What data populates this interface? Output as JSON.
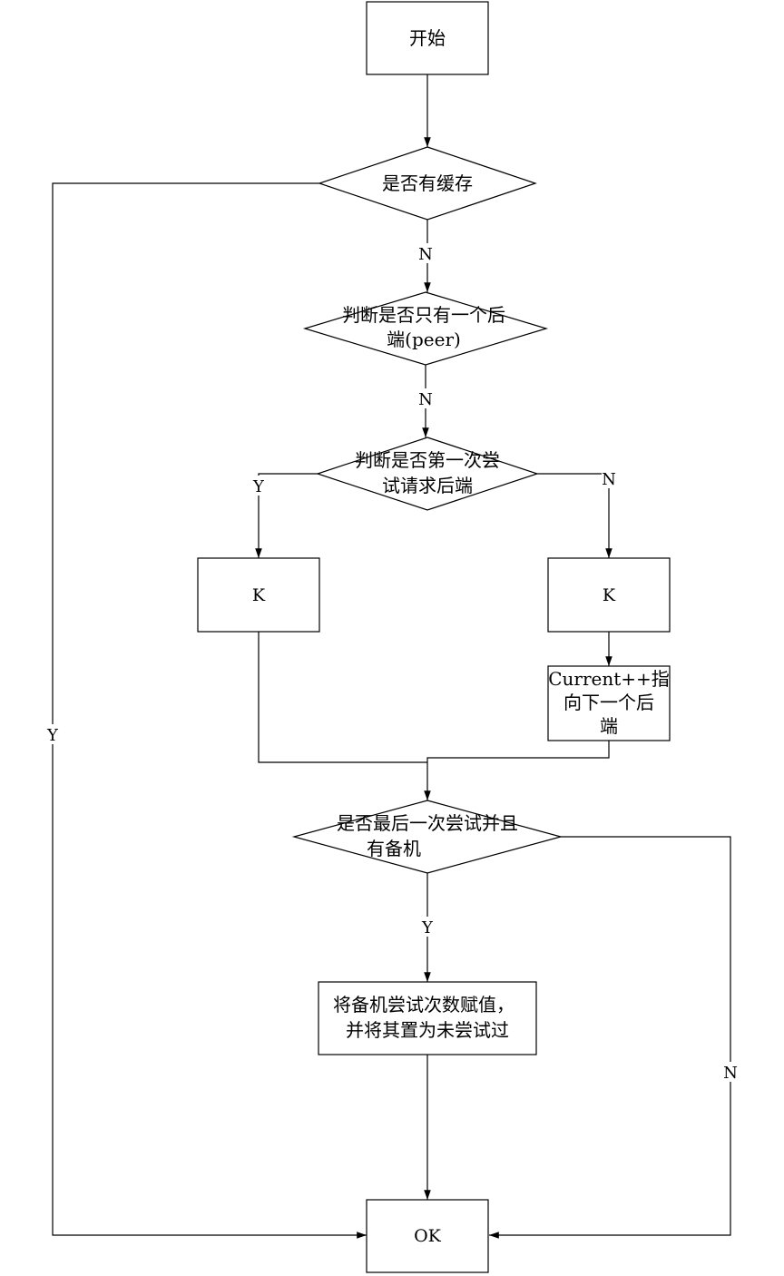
{
  "nodes": {
    "start": "开始",
    "has_cache": "是否有缓存",
    "only_one_backend": [
      "判断是否只有一个后",
      "端(peer)"
    ],
    "first_try": [
      "判断是否第一次尝",
      "试请求后端"
    ],
    "k_left": "K",
    "k_right": "K",
    "current_next": [
      "Current++指",
      "向下一个后",
      "端"
    ],
    "last_try_backup": [
      "是否最后一次尝试并且",
      "有备机"
    ],
    "assign_backup": [
      "将备机尝试次数赋值，",
      "并将其置为未尝试过"
    ],
    "ok": "OK"
  },
  "edge_labels": {
    "cache_no": "N",
    "cache_yes": "Y",
    "one_backend_no": "N",
    "first_try_yes": "Y",
    "first_try_no": "N",
    "last_try_yes": "Y",
    "last_try_no": "N"
  }
}
